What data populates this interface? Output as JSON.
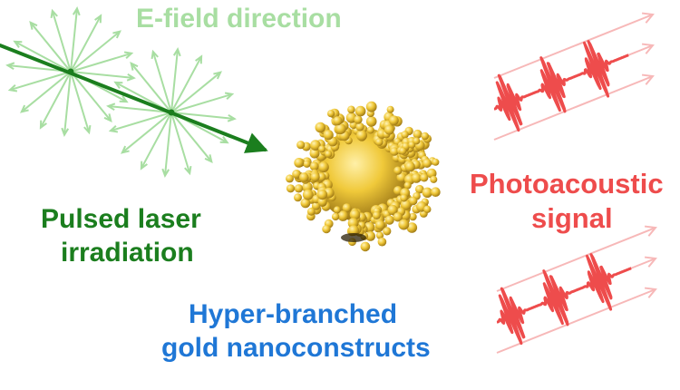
{
  "labels": {
    "efield": "E-field direction",
    "laser_line1": "Pulsed laser",
    "laser_line2": "irradiation",
    "photoacoustic_line1": "Photoacoustic",
    "photoacoustic_line2": "signal",
    "nano_line1": "Hyper-branched",
    "nano_line2": "gold nanoconstructs"
  },
  "colors": {
    "efield": "#a8dea2",
    "laser": "#1b7e1e",
    "signal": "#ee4c4c",
    "signal_arrow": "#f7b8b8",
    "nanoparticle_gold": "#f2cf3a",
    "label_blue": "#1f77d6"
  },
  "icons": {
    "efield_star": "radial-arrows-icon",
    "laser_beam": "arrow-icon",
    "nanoparticle": "branched-gold-nanoparticle-icon",
    "waveform": "pulse-wave-icon"
  }
}
